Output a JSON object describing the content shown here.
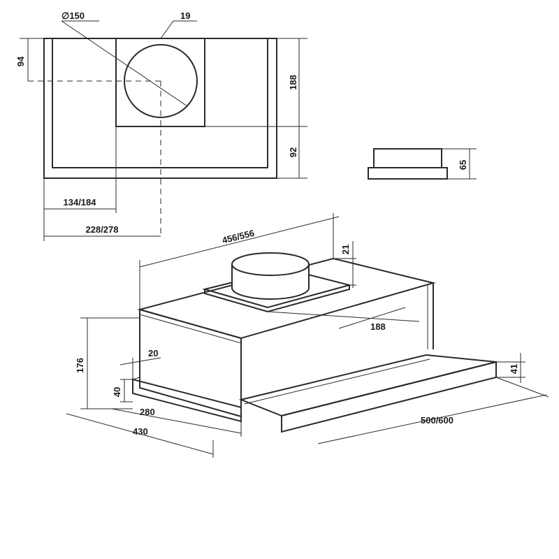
{
  "top_view": {
    "diameter_label": "∅150",
    "offset_19": "19",
    "height_94": "94",
    "height_188": "188",
    "height_92": "92",
    "width_134_184": "134/184",
    "width_228_278": "228/278"
  },
  "side_view": {
    "height_65": "65"
  },
  "iso_view": {
    "width_456_556": "456/556",
    "height_21": "21",
    "depth_188": "188",
    "height_176": "176",
    "front_20": "20",
    "strip_40": "40",
    "depth_280": "280",
    "depth_430": "430",
    "slide_500_600": "500/600",
    "panel_41": "41"
  }
}
